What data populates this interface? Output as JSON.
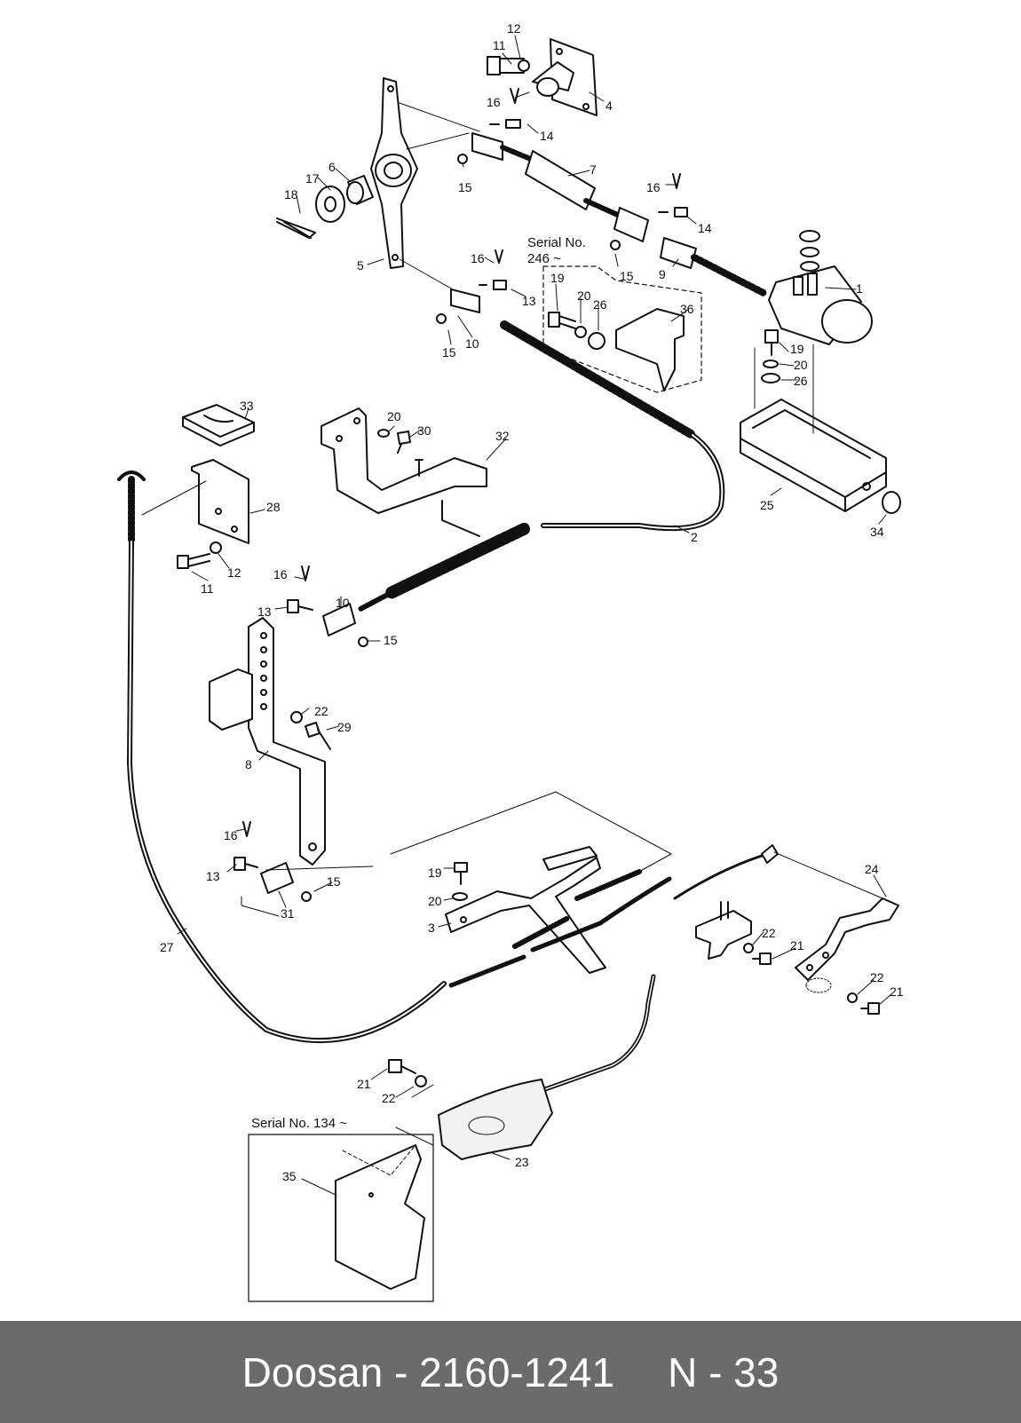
{
  "diagram": {
    "serial_notes": [
      {
        "id": "note-top",
        "line1": "Serial No.",
        "line2": "246 ~"
      },
      {
        "id": "note-bottom",
        "line1": "Serial No. 134 ~"
      }
    ],
    "callouts": [
      {
        "id": "c12a",
        "text": "12"
      },
      {
        "id": "c11a",
        "text": "11"
      },
      {
        "id": "c16a",
        "text": "16"
      },
      {
        "id": "c4",
        "text": "4"
      },
      {
        "id": "c14a",
        "text": "14"
      },
      {
        "id": "c17",
        "text": "17"
      },
      {
        "id": "c6",
        "text": "6"
      },
      {
        "id": "c18",
        "text": "18"
      },
      {
        "id": "c15a",
        "text": "15"
      },
      {
        "id": "c7",
        "text": "7"
      },
      {
        "id": "c16b",
        "text": "16"
      },
      {
        "id": "c14b",
        "text": "14"
      },
      {
        "id": "c5",
        "text": "5"
      },
      {
        "id": "c16c",
        "text": "16"
      },
      {
        "id": "c15b",
        "text": "15"
      },
      {
        "id": "c9",
        "text": "9"
      },
      {
        "id": "c1",
        "text": "1"
      },
      {
        "id": "c13a",
        "text": "13"
      },
      {
        "id": "c19a",
        "text": "19"
      },
      {
        "id": "c20a",
        "text": "20"
      },
      {
        "id": "c26a",
        "text": "26"
      },
      {
        "id": "c36",
        "text": "36"
      },
      {
        "id": "c15c",
        "text": "15"
      },
      {
        "id": "c10a",
        "text": "10"
      },
      {
        "id": "c19b",
        "text": "19"
      },
      {
        "id": "c20b",
        "text": "20"
      },
      {
        "id": "c26b",
        "text": "26"
      },
      {
        "id": "c33",
        "text": "33"
      },
      {
        "id": "c20c",
        "text": "20"
      },
      {
        "id": "c30",
        "text": "30"
      },
      {
        "id": "c32",
        "text": "32"
      },
      {
        "id": "c28",
        "text": "28"
      },
      {
        "id": "c25",
        "text": "25"
      },
      {
        "id": "c34",
        "text": "34"
      },
      {
        "id": "c2",
        "text": "2"
      },
      {
        "id": "c11b",
        "text": "11"
      },
      {
        "id": "c12b",
        "text": "12"
      },
      {
        "id": "c16d",
        "text": "16"
      },
      {
        "id": "c10b",
        "text": "10"
      },
      {
        "id": "c13b",
        "text": "13"
      },
      {
        "id": "c15d",
        "text": "15"
      },
      {
        "id": "c22a",
        "text": "22"
      },
      {
        "id": "c29",
        "text": "29"
      },
      {
        "id": "c8",
        "text": "8"
      },
      {
        "id": "c16e",
        "text": "16"
      },
      {
        "id": "c13c",
        "text": "13"
      },
      {
        "id": "c15e",
        "text": "15"
      },
      {
        "id": "c31",
        "text": "31"
      },
      {
        "id": "c19c",
        "text": "19"
      },
      {
        "id": "c20d",
        "text": "20"
      },
      {
        "id": "c3",
        "text": "3"
      },
      {
        "id": "c24",
        "text": "24"
      },
      {
        "id": "c22b",
        "text": "22"
      },
      {
        "id": "c21a",
        "text": "21"
      },
      {
        "id": "c22c",
        "text": "22"
      },
      {
        "id": "c21b",
        "text": "21"
      },
      {
        "id": "c27",
        "text": "27"
      },
      {
        "id": "c21c",
        "text": "21"
      },
      {
        "id": "c22d",
        "text": "22"
      },
      {
        "id": "c23",
        "text": "23"
      },
      {
        "id": "c35",
        "text": "35"
      }
    ]
  },
  "footer": {
    "part": "Doosan - 2160-1241",
    "page": "N - 33"
  }
}
